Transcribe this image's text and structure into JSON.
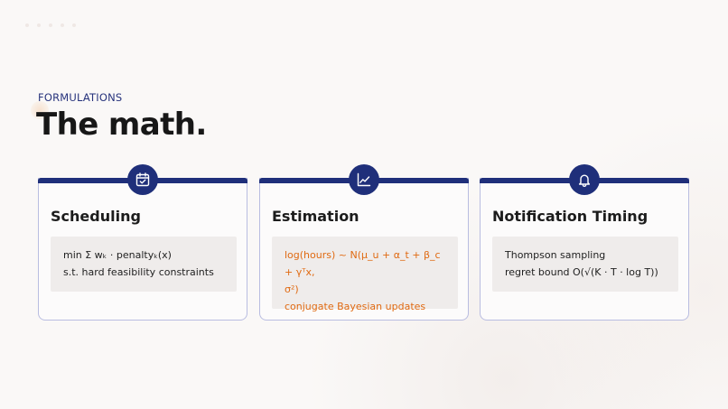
{
  "slide": {
    "eyebrow": "FORMULATIONS",
    "title": "The math."
  },
  "cards": [
    {
      "title": "Scheduling",
      "icon": "calendar-check-icon",
      "lines": [
        "min Σ wₖ · penaltyₖ(x)",
        "s.t. hard feasibility constraints"
      ]
    },
    {
      "title": "Estimation",
      "icon": "line-chart-icon",
      "lines": [
        "log(hours) ~ N(μ_u + α_t + β_c + γᵀx,",
        "σ²)",
        "conjugate Bayesian updates"
      ],
      "text_color": "#e06a12"
    },
    {
      "title": "Notification Timing",
      "icon": "bell-icon",
      "lines": [
        "Thompson sampling",
        "regret bound O(√(K · T · log T))"
      ]
    }
  ],
  "colors": {
    "accent": "#1f2f7a",
    "highlight_text": "#e06a12",
    "card_border": "#b9bde1"
  }
}
